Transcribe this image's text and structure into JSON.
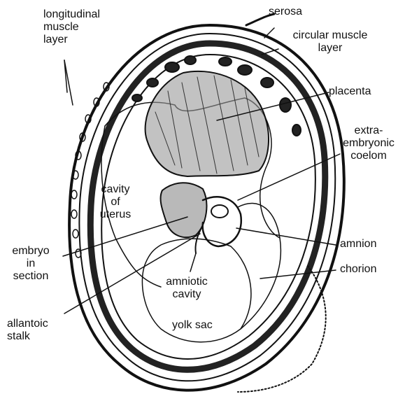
{
  "labels": {
    "longitudinal_muscle_layer": [
      "longitudinal",
      "muscle",
      "layer"
    ],
    "serosa": [
      "serosa"
    ],
    "circular_muscle_layer": [
      "circular muscle",
      "layer"
    ],
    "placenta": [
      "placenta"
    ],
    "extra_embryonic_coelom": [
      "extra-",
      "embryonic",
      "coelom"
    ],
    "cavity_of_uterus": [
      "cavity",
      "of",
      "uterus"
    ],
    "embryo_in_section": [
      "embryo",
      "in",
      "section"
    ],
    "amnion": [
      "amnion"
    ],
    "chorion": [
      "chorion"
    ],
    "amniotic_cavity": [
      "amniotic",
      "cavity"
    ],
    "yolk_sac": [
      "yolk sac"
    ],
    "allantoic_stalk": [
      "allantoic",
      "stalk"
    ]
  },
  "colors": {
    "ink": "#111111",
    "paper": "#ffffff"
  }
}
